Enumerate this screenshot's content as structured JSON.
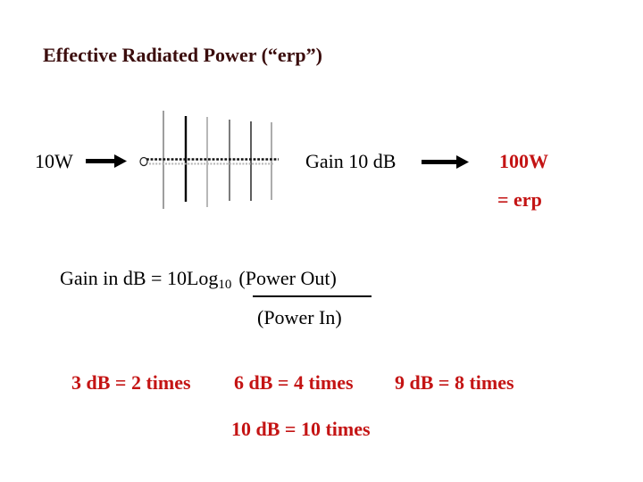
{
  "slide": {
    "title": "Effective Radiated Power (“erp”)",
    "diagram": {
      "input_power": "10W",
      "gain_label": "Gain 10 dB",
      "output_power": "100W",
      "erp_label": "= erp",
      "antenna_icon": "yagi-antenna-icon",
      "arrow_icon": "right-arrow-icon"
    },
    "formula": {
      "lhs": "Gain in dB = 10Log",
      "subscript": "10",
      "numerator": "(Power Out)",
      "denominator": "(Power In)"
    },
    "conversions": [
      "3 dB = 2 times",
      "6 dB = 4 times",
      "9 dB = 8 times",
      "10 dB = 10 times"
    ],
    "colors": {
      "background": "#ffffff",
      "title_maroon": "#3b0d0d",
      "body_black": "#000000",
      "accent_red": "#c41414"
    }
  }
}
